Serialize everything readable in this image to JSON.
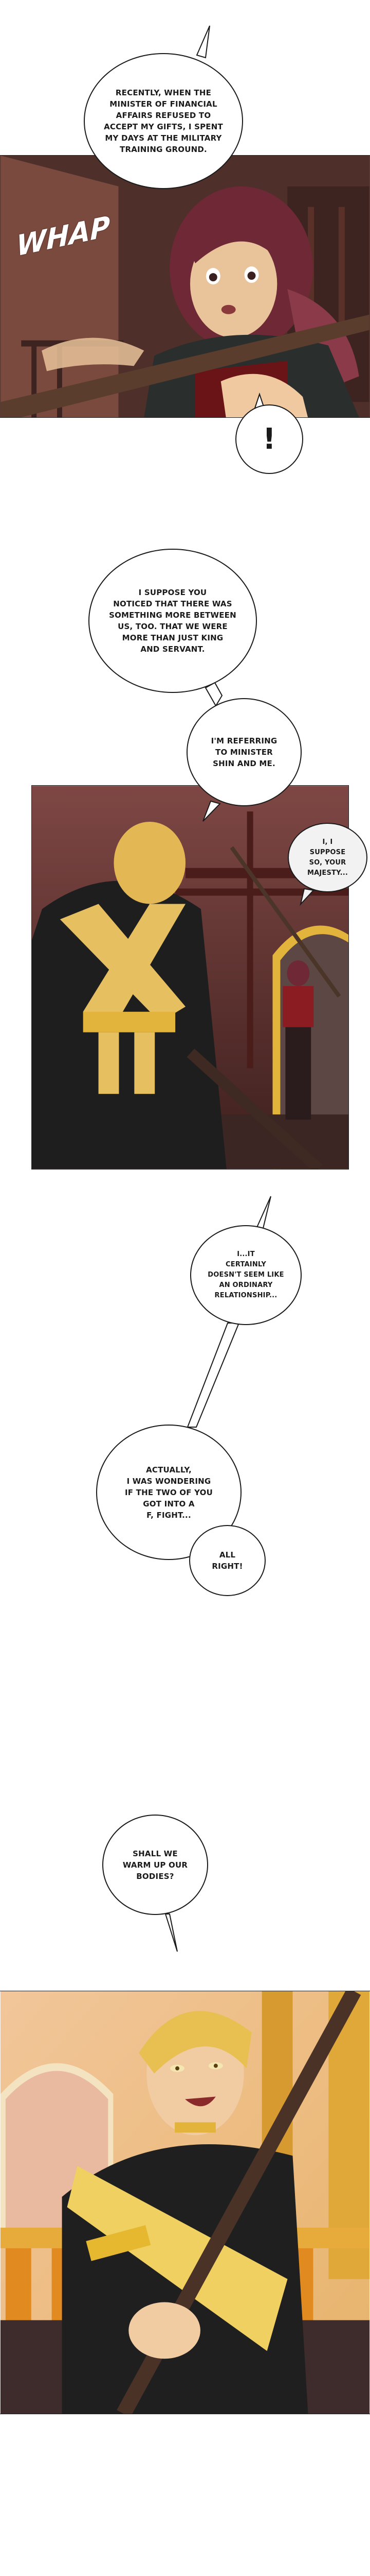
{
  "panels": [
    {
      "id": "panel-1",
      "sfx": "WHAP"
    },
    {
      "id": "panel-2"
    },
    {
      "id": "panel-3"
    }
  ],
  "bubbles": [
    {
      "text": "RECENTLY, WHEN THE\nMINISTER OF FINANCIAL\nAFFAIRS REFUSED TO\nACCEPT MY GIFTS, I SPENT\nMY DAYS AT THE MILITARY\nTRAINING GROUND."
    },
    {
      "text": "!"
    },
    {
      "text": "I SUPPOSE YOU\nNOTICED THAT THERE WAS\nSOMETHING MORE BETWEEN\nUS, TOO. THAT WE WERE\nMORE THAN JUST KING\nAND SERVANT."
    },
    {
      "text": "I'M REFERRING\nTO MINISTER\nSHIN AND ME."
    },
    {
      "text": "I, I\nSUPPOSE\nSO, YOUR\nMAJESTY..."
    },
    {
      "text": "I...IT\nCERTAINLY\nDOESN'T SEEM LIKE\nAN ORDINARY\nRELATIONSHIP..."
    },
    {
      "text": "ACTUALLY,\nI WAS WONDERING\nIF THE TWO OF YOU\nGOT INTO A\nF, FIGHT..."
    },
    {
      "text": "ALL\nRIGHT!"
    },
    {
      "text": "SHALL WE\nWARM UP OUR\nBODIES?"
    }
  ],
  "colors": {
    "maroon": "#5c2826",
    "gold": "#e6b84a",
    "black_robe": "#1e1e1e",
    "hair_red": "#7a2d3c",
    "hair_blond": "#e2b650"
  }
}
